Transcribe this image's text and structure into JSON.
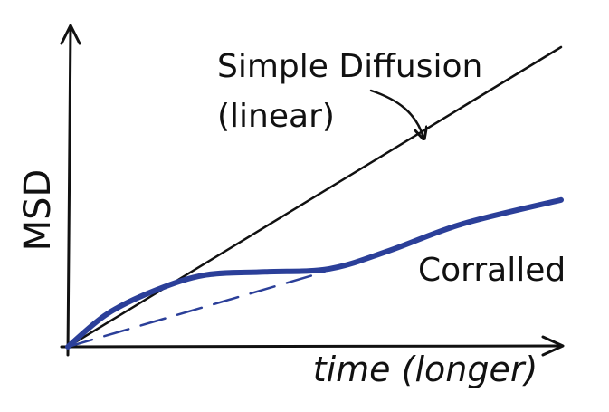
{
  "chart_data": {
    "type": "line",
    "xlabel": "time (longer)",
    "ylabel": "MSD",
    "grid": false,
    "xlim": [
      0,
      10
    ],
    "ylim": [
      0,
      10
    ],
    "series": [
      {
        "name": "Simple Diffusion (linear)",
        "color": "#111111",
        "style": "solid",
        "points": [
          [
            0,
            0
          ],
          [
            10,
            10
          ]
        ]
      },
      {
        "name": "Corralled",
        "color": "#2b3f99",
        "style": "solid-thick",
        "points": [
          [
            0,
            0
          ],
          [
            0.8,
            1.1
          ],
          [
            1.8,
            1.9
          ],
          [
            2.8,
            2.4
          ],
          [
            4.0,
            2.5
          ],
          [
            5.3,
            2.6
          ],
          [
            6.5,
            3.2
          ],
          [
            8.0,
            4.1
          ],
          [
            10,
            4.9
          ]
        ]
      },
      {
        "name": "",
        "color": "#2b3f99",
        "style": "dashed",
        "points": [
          [
            0,
            0
          ],
          [
            5.2,
            2.5
          ]
        ]
      }
    ],
    "annotations": [
      {
        "text_lines": [
          "Simple Diffusion",
          "(linear)"
        ],
        "points_to": "Simple Diffusion line",
        "arrow": true
      },
      {
        "text": "Corralled",
        "color": "#2b3f99"
      }
    ]
  }
}
